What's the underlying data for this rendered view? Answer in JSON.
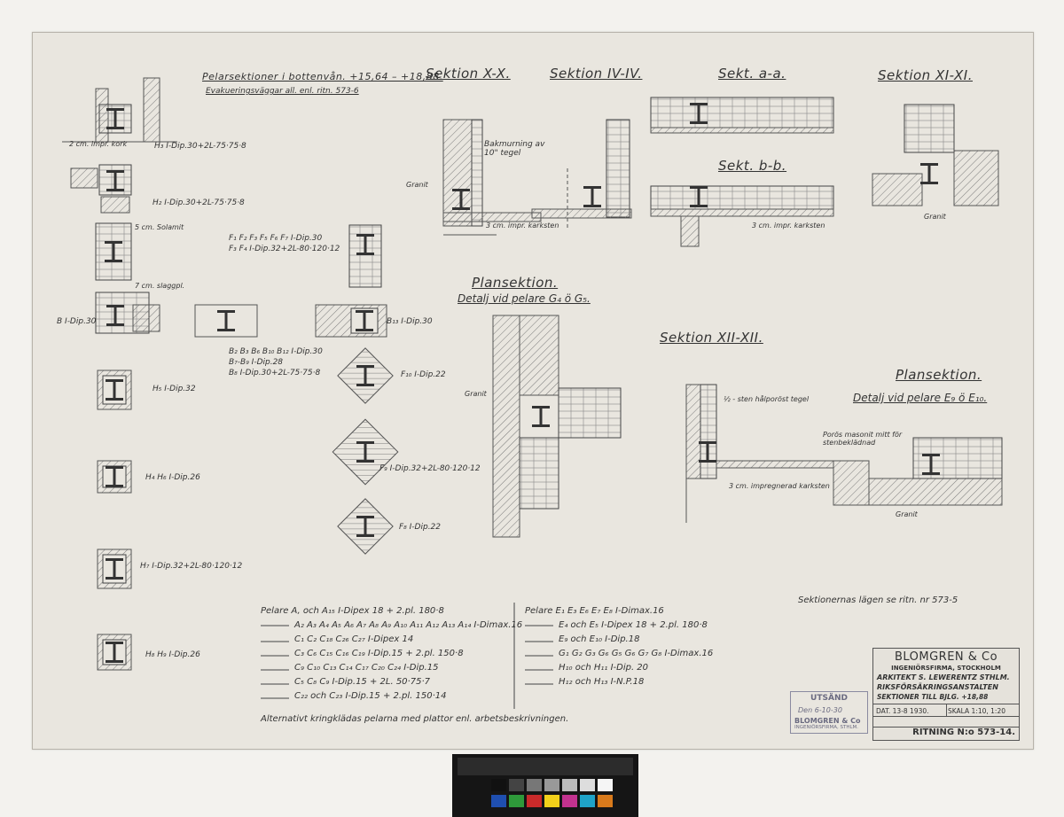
{
  "titles": {
    "pelarsektioner": "Pelarsektioner i bottenvån. +15,64 – +18,88.",
    "evakuering": "Evakueringsväggar all. enl. ritn. 573-6",
    "sektion_xx": "Sektion X-X.",
    "sektion_ivv": "Sektion IV-IV.",
    "sekt_aa": "Sekt. a-a.",
    "sekt_bb": "Sekt. b-b.",
    "sektion_xixi": "Sektion XI-XI.",
    "plansektion_1": "Plansektion.",
    "detalj_g": "Detalj vid pelare G₄ ö G₅.",
    "sektion_xiixii": "Sektion XII-XII.",
    "plansektion_2": "Plansektion.",
    "detalj_e": "Detalj vid pelare E₉ ö E₁₀."
  },
  "column_labels": {
    "h3": "H₃ I-Dip.30+2L-75·75·8",
    "h2": "H₂ I-Dip.30+2L-75·75·8",
    "b": "B I-Dip.30",
    "h5": "H₅ I-Dip.32",
    "h4": "H₄ H₆ I-Dip.26",
    "h7": "H₇ I-Dip.32+2L-80·120·12",
    "h8": "H₈ H₉ I-Dip.26",
    "b13": "B₁₃ I-Dip.30",
    "f10": "F₁₀ I-Dip.22",
    "f9": "F₉ I-Dip.32+2L-80·120·12",
    "f8": "F₈ I-Dip.22",
    "f_list1": "F₁ F₂ F₃ F₅ F₆ F₇ I-Dip.30",
    "f_list2": "F₃ F₄ I-Dip.32+2L-80·120·12",
    "b_list1": "B₂ B₃ B₆ B₁₀ B₁₂ I-Dip.30",
    "b_list2": "B₇-B₉ I-Dip.28",
    "b_list3": "B₈ I-Dip.30+2L-75·75·8"
  },
  "notes": {
    "bakmurning": "Bakmurning av 10\" tegel",
    "granit": "Granit",
    "kork": "2 cm. impr. kork",
    "karksten": "3 cm. impr. karksten",
    "solamit": "5 cm. Solamit",
    "slaggpl": "7 cm. slaggpl.",
    "halvsten": "½ - sten hålporöst tegel",
    "impregnerad": "3 cm. impregnerad karksten",
    "masonit": "Porös masonit mitt för stenbeklädnad",
    "sektionernas": "Sektionernas lägen se ritn. nr 573-5",
    "alternativt": "Alternativt kringklädas pelarna med plattor enl. arbetsbeskrivningen."
  },
  "legend_left": [
    "Pelare A, och A₁₅ I-Dipex 18 + 2.pl. 180·8",
    "A₂ A₃ A₄ A₅ A₆ A₇ A₈ A₉ A₁₀ A₁₁ A₁₂ A₁₃ A₁₄ I-Dimax.16",
    "C₁ C₂ C₁₈ C₂₆ C₂₇ I-Dipex 14",
    "C₃ C₆ C₁₅ C₁₆ C₁₉ I-Dip.15 + 2.pl. 150·8",
    "C₉ C₁₀ C₁₃ C₁₄ C₁₇ C₂₀ C₂₄ I-Dip.15",
    "C₅ C₈ C₉ I-Dip.15 + 2L. 50·75·7",
    "C₂₂ och C₂₃ I-Dip.15 + 2.pl. 150·14"
  ],
  "legend_right": [
    "Pelare E₁ E₃ E₆ E₇ E₈ I-Dimax.16",
    "E₄ och E₅ I-Dipex 18 + 2.pl. 180·8",
    "E₉ och E₁₀ I-Dip.18",
    "G₁ G₂ G₃ G₆ G₅ G₆ G₇ G₈ I-Dimax.16",
    "H₁₀ och H₁₁ I-Dip. 20",
    "H₁₂ och H₁₃ I-N.P.18"
  ],
  "title_block": {
    "firm": "BLOMGREN & Co",
    "firm_sub": "INGENIÖRSFIRMA, STOCKHOLM",
    "architect": "ARKITEKT S. LEWERENTZ STHLM.",
    "project": "RIKSFÖRSÄKRINGSANSTALTEN",
    "subject": "SEKTIONER TILL BJLG. +18,88",
    "date": "DAT. 13-8 1930.",
    "scale": "SKALA 1:10, 1:20",
    "drawing_no": "RITNING N:o 573-14."
  },
  "stamp": {
    "title": "UTSÄND",
    "date": "Den 6-10-30",
    "firm": "BLOMGREN & Co",
    "sub": "INGENIÖRSFIRMA, STHLM."
  },
  "colors": {
    "paper": "#e9e6df",
    "ink": "#333333",
    "hatch": "#777777"
  }
}
